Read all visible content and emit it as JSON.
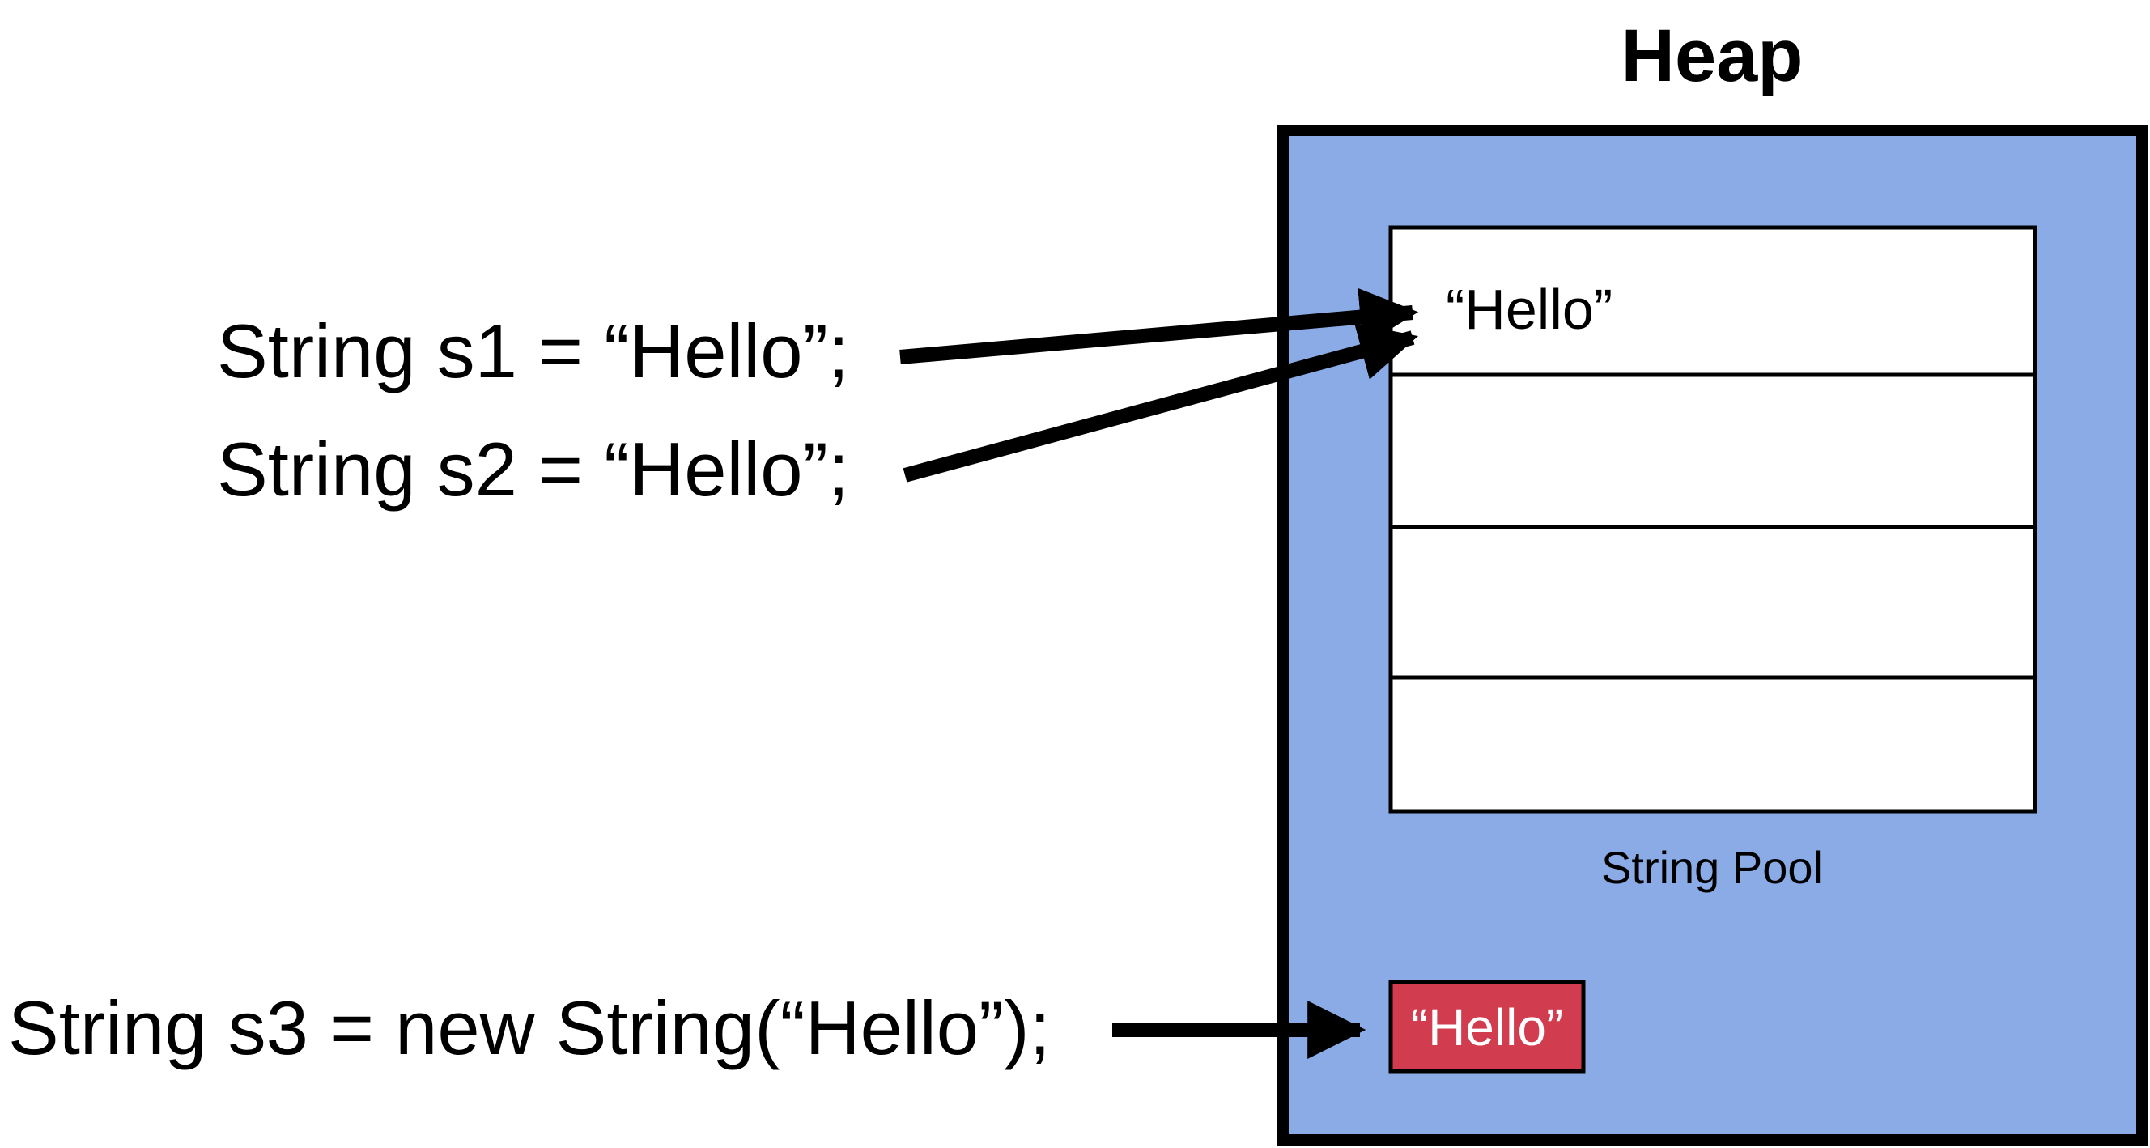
{
  "heap": {
    "title": "Heap",
    "fill_color": "#8aabe6",
    "string_pool": {
      "label": "String Pool",
      "cells": [
        "“Hello”",
        "",
        "",
        ""
      ]
    },
    "object": {
      "text": "“Hello”",
      "fill_color": "#d13c4e"
    }
  },
  "code_lines": {
    "s1": "String s1 = “Hello”;",
    "s2": "String s2 = “Hello”;",
    "s3": "String s3 = new String(“Hello”);"
  }
}
